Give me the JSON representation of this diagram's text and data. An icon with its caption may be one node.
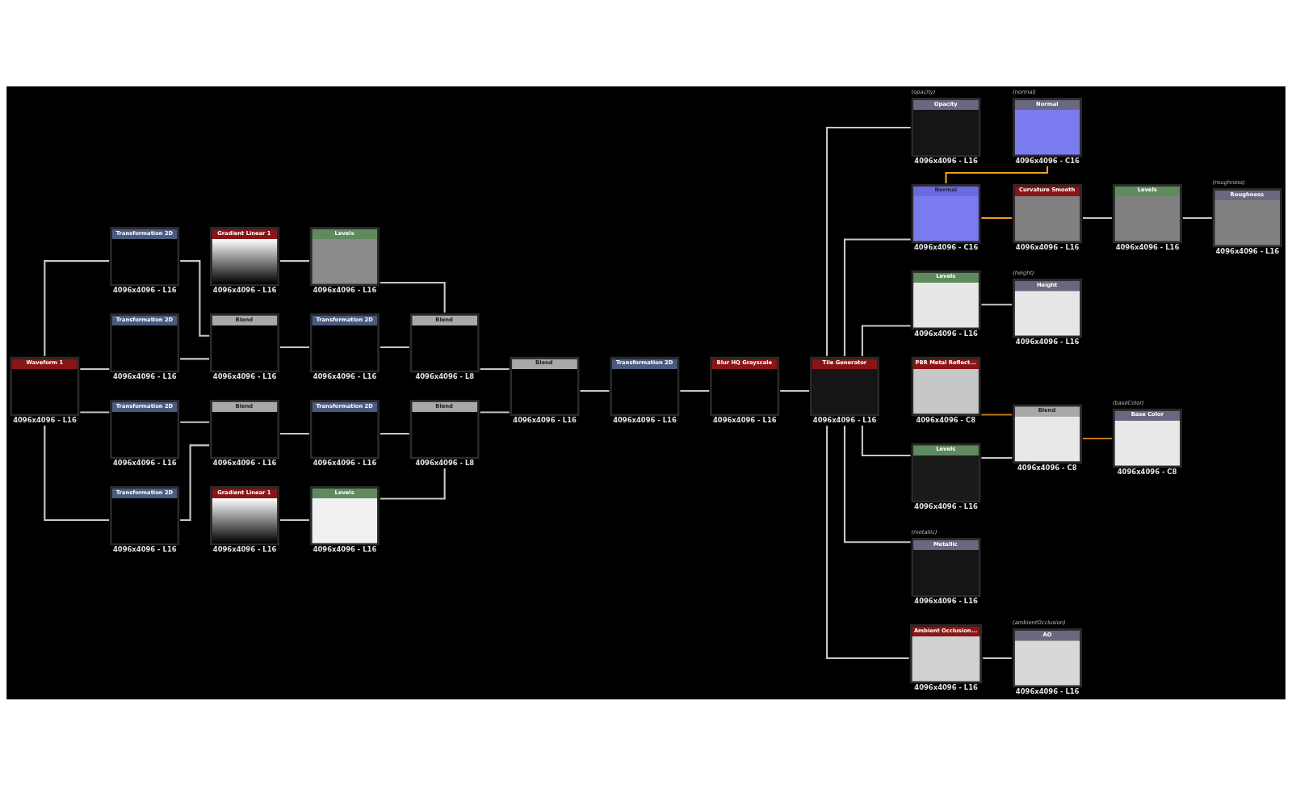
{
  "diagram": {
    "nodes": [
      {
        "text": [
          "Gradient Linear 1"
        ],
        "beside": [
          "4096x4096 - L16"
        ]
      },
      {
        "text": [
          "Levels"
        ],
        "beside": [
          "4096x4096 - L16"
        ]
      },
      {
        "text": [
          "Transformation 2D"
        ],
        "beside": [
          "4096x4096 - L16"
        ]
      },
      {
        "text": [
          "Transformation 2D"
        ],
        "beside": [
          "4096x4096 - L16"
        ]
      },
      {
        "text": [
          "Waveform 1"
        ],
        "beside": [
          "4096x4096 - L16"
        ]
      },
      {
        "text": [
          "Transformation 2D"
        ],
        "beside": [
          "4096x4096 - L16"
        ]
      },
      {
        "text": [
          "Transformation 2D"
        ],
        "beside": [
          "4096x4096 - L16"
        ]
      },
      {
        "text": [
          "Blend"
        ],
        "beside": [
          "4096x4096 - L16"
        ]
      },
      {
        "text": [
          "Transformation 2D"
        ],
        "beside": [
          "4096x4096 - L16"
        ]
      },
      {
        "text": [
          "Blend"
        ],
        "beside": [
          "4096x4096 - L8"
        ]
      },
      {
        "text": [
          "Blend"
        ],
        "beside": [
          "4096x4096 - L16"
        ]
      },
      {
        "text": [
          "Transformation 2D"
        ],
        "beside": [
          "4096x4096 - L16"
        ]
      },
      {
        "text": [
          "Blend"
        ],
        "beside": [
          "4096x4096 - L8"
        ]
      },
      {
        "text": [
          "Gradient Linear 1"
        ],
        "beside": [
          "4096x4096 - L16"
        ]
      },
      {
        "text": [
          "Levels"
        ],
        "beside": [
          "4096x4096 - L16"
        ]
      },
      {
        "text": [
          "Blend"
        ],
        "beside": [
          "4096x4096 - L16"
        ]
      },
      {
        "text": [
          "Transformation 2D"
        ],
        "beside": [
          "4096x4096 - L16"
        ]
      },
      {
        "text": [
          "Blur HQ Grayscale"
        ],
        "beside": [
          "4096x4096 - L16"
        ]
      },
      {
        "text": [
          "Tile Generator"
        ],
        "beside": [
          "4096x4096 - L16"
        ]
      },
      {
        "text": [
          "PBR Metal Reflect..."
        ],
        "beside": [
          "4096x4096 - C8"
        ]
      },
      {
        "text": [
          "Levels"
        ],
        "beside": [
          "4096x4096 - L16"
        ]
      },
      {
        "text": [
          "Normal"
        ],
        "beside": [
          "4096x4096 - C16"
        ]
      },
      {
        "text": [
          "Blend"
        ],
        "beside": [
          "4096x4096 - C8"
        ]
      },
      {
        "text": [
          "Curvature Smooth"
        ],
        "beside": [
          "4096x4096 - L16"
        ]
      },
      {
        "text": [
          "Levels"
        ],
        "beside": [
          "4096x4096 - L16"
        ]
      },
      {
        "text": [
          "Levels"
        ],
        "beside": [
          "4096x4096 - L16"
        ]
      },
      {
        "text": [
          "Ambient Occlusion..."
        ],
        "beside": [
          "4096x4096 - L16"
        ]
      },
      {
        "text": [
          "Base Color"
        ],
        "beside": [
          "(baseColor)",
          "4096x4096 - C8"
        ]
      },
      {
        "text": [
          "Normal"
        ],
        "beside": [
          "(normal)",
          "4096x4096 - C16"
        ]
      },
      {
        "text": [
          "Roughness"
        ],
        "beside": [
          "(roughness)",
          "4096x4096 - L16"
        ]
      },
      {
        "text": [
          "Metallic"
        ],
        "beside": [
          "(metallic)",
          "4096x4096 - L16"
        ]
      },
      {
        "text": [
          "Height"
        ],
        "beside": [
          "(height)",
          "4096x4096 - L16"
        ]
      },
      {
        "text": [
          "AO"
        ],
        "beside": [
          "(ambientOcclusion)",
          "4096x4096 - L16"
        ]
      },
      {
        "text": [
          "Opacity"
        ],
        "beside": [
          "(opacity)",
          "4096x4096 - L16"
        ]
      }
    ],
    "edges": [
      {
        "from": 0,
        "to": 1,
        "arrow": "none"
      },
      {
        "from": 4,
        "to": 2,
        "arrow": "none"
      },
      {
        "from": 4,
        "to": 3,
        "arrow": "none"
      },
      {
        "from": 4,
        "to": 5,
        "arrow": "none"
      },
      {
        "from": 4,
        "to": 6,
        "arrow": "none"
      },
      {
        "from": 2,
        "to": 7,
        "arrow": "none"
      },
      {
        "from": 3,
        "to": 7,
        "arrow": "none"
      },
      {
        "from": 7,
        "to": 8,
        "arrow": "none"
      },
      {
        "from": 1,
        "to": 9,
        "arrow": "none"
      },
      {
        "from": 8,
        "to": 9,
        "arrow": "none"
      },
      {
        "from": 5,
        "to": 10,
        "arrow": "none"
      },
      {
        "from": 6,
        "to": 10,
        "arrow": "none"
      },
      {
        "from": 10,
        "to": 11,
        "arrow": "none"
      },
      {
        "from": 14,
        "to": 12,
        "arrow": "none"
      },
      {
        "from": 11,
        "to": 12,
        "arrow": "none"
      },
      {
        "from": 13,
        "to": 14,
        "arrow": "none"
      },
      {
        "from": 9,
        "to": 15,
        "arrow": "none"
      },
      {
        "from": 12,
        "to": 15,
        "arrow": "none"
      },
      {
        "from": 15,
        "to": 16,
        "arrow": "none"
      },
      {
        "from": 16,
        "to": 17,
        "arrow": "none"
      },
      {
        "from": 17,
        "to": 18,
        "arrow": "none"
      },
      {
        "from": 18,
        "to": 20,
        "arrow": "none"
      },
      {
        "from": 18,
        "to": 21,
        "arrow": "none"
      },
      {
        "from": 18,
        "to": 30,
        "arrow": "none"
      },
      {
        "from": 18,
        "to": 25,
        "arrow": "none"
      },
      {
        "from": 18,
        "to": 26,
        "arrow": "none"
      },
      {
        "from": 18,
        "to": 33,
        "arrow": "none"
      },
      {
        "from": 19,
        "to": 22,
        "arrow": "none",
        "color": "#c07810"
      },
      {
        "from": 20,
        "to": 22,
        "arrow": "none"
      },
      {
        "from": 22,
        "to": 27,
        "arrow": "none",
        "color": "#c07810"
      },
      {
        "from": 21,
        "to": 28,
        "arrow": "none",
        "color": "#f0a020"
      },
      {
        "from": 21,
        "to": 23,
        "arrow": "none",
        "color": "#f0a020"
      },
      {
        "from": 23,
        "to": 24,
        "arrow": "none"
      },
      {
        "from": 24,
        "to": 29,
        "arrow": "none"
      },
      {
        "from": 25,
        "to": 31,
        "arrow": "none"
      },
      {
        "from": 26,
        "to": 32,
        "arrow": "none"
      }
    ]
  }
}
